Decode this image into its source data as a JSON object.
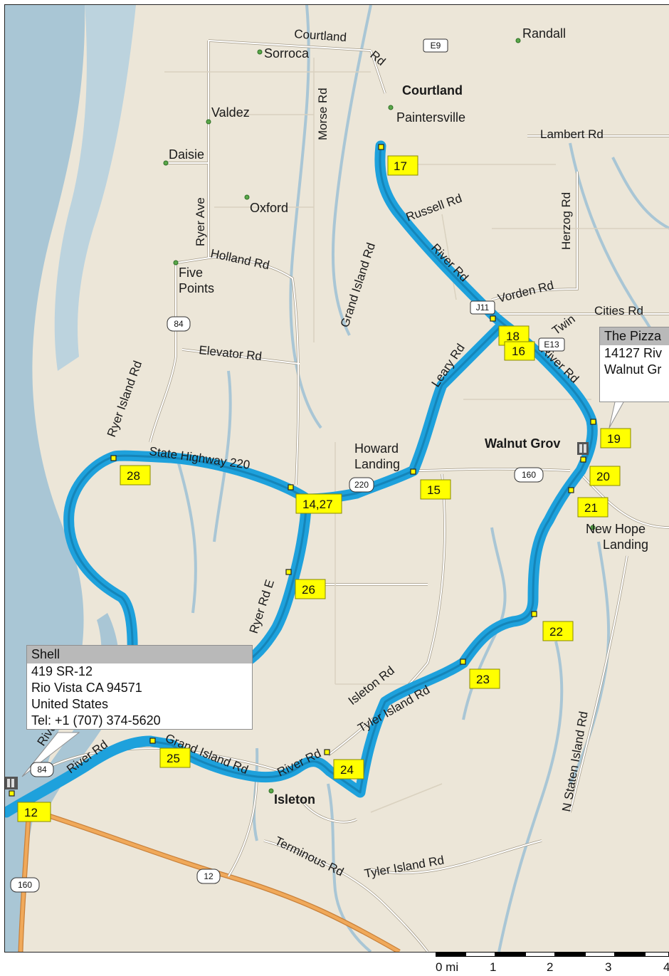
{
  "towns": {
    "randall": "Randall",
    "courtland": "Courtland",
    "sorroca": "Sorroca",
    "paintersville": "Paintersville",
    "valdez": "Valdez",
    "daisie": "Daisie",
    "oxford": "Oxford",
    "five_points_1": "Five",
    "five_points_2": "Points",
    "howard_1": "Howard",
    "howard_2": "Landing",
    "walnut_grove": "Walnut Grov",
    "new_hope_1": "New Hope",
    "new_hope_2": "Landing",
    "isleton": "Isleton"
  },
  "roads": {
    "courtland_rd_a": "Courtland",
    "courtland_rd_b": "Rd",
    "lambert_rd": "Lambert Rd",
    "morse_rd": "Morse Rd",
    "russell_rd": "Russell Rd",
    "herzog_rd": "Herzog Rd",
    "ryer_ave": "Ryer Ave",
    "holland_rd": "Holland Rd",
    "grand_island_rd_north": "Grand Island Rd",
    "river_rd_north": "River Rd",
    "vorden_rd": "Vorden Rd",
    "twin_cities_a": "Twin",
    "twin_cities_b": "Cities Rd",
    "elevator_rd": "Elevator Rd",
    "ryer_island_rd": "Ryer Island Rd",
    "leary_rd": "Leary Rd",
    "river_rd_east": "River Rd",
    "state_highway_220": "State Highway 220",
    "ryer_rd_e": "Ryer Rd E",
    "isleton_rd": "Isleton Rd",
    "tyler_island_rd": "Tyler Island Rd",
    "n_staten_island_rd": "N Staten Island Rd",
    "river_rd_west": "River Rd",
    "grand_island_rd_south": "Grand Island Rd",
    "river_rd_isleton": "River Rd",
    "terminous_rd": "Terminous Rd",
    "tyler_island_rd_south": "Tyler Island Rd",
    "river_partial": "Rive"
  },
  "shields": {
    "e9": "E9",
    "j11": "J11",
    "e13": "E13",
    "h84_north": "84",
    "h220": "220",
    "h160_east": "160",
    "h84_south": "84",
    "h12": "12",
    "h160_south": "160"
  },
  "waypoints": {
    "w17": "17",
    "w18": "18",
    "w16": "16",
    "w19": "19",
    "w20": "20",
    "w21": "21",
    "w28": "28",
    "w14_27": "14,27",
    "w15": "15",
    "w26": "26",
    "w22": "22",
    "w23": "23",
    "w24": "24",
    "w25": "25",
    "w12": "12"
  },
  "shell_callout": {
    "name": "Shell",
    "address": "419 SR-12",
    "city": "Rio Vista CA 94571",
    "country": "United States",
    "phone": "Tel: +1 (707) 374-5620"
  },
  "pizza_callout": {
    "name": "The Pizza",
    "address": "14127 Riv",
    "city": "Walnut Gr"
  },
  "scale": {
    "l0": "0 mi",
    "l1": "1",
    "l2": "2",
    "l3": "3",
    "l4": "4"
  },
  "colors": {
    "land": "#ece6d8",
    "water": "#a9c6d5",
    "route": "#1ea1dc",
    "highway": "#f0a95a",
    "road": "#ffffff",
    "waypoint": "#ffff00"
  }
}
